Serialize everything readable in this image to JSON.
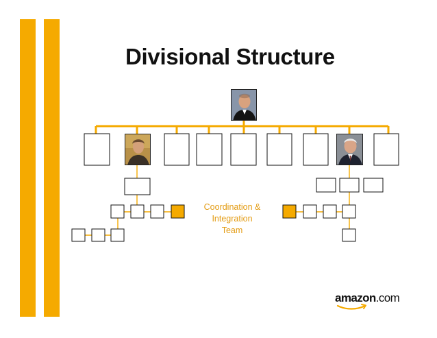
{
  "slide": {
    "title": "Divisional Structure",
    "team_label_lines": [
      "Coordination &",
      "Integration",
      "Team"
    ],
    "logo": {
      "text": "amazon",
      "suffix": ".com"
    }
  },
  "colors": {
    "accent": "#f5aa00",
    "team_text": "#e39b12",
    "box_border": "#111111"
  },
  "org": {
    "top_node": {
      "type": "photo",
      "subject": "executive"
    },
    "divisions": [
      {
        "type": "box"
      },
      {
        "type": "photo",
        "subject": "division-head"
      },
      {
        "type": "box"
      },
      {
        "type": "box"
      },
      {
        "type": "box"
      },
      {
        "type": "box"
      },
      {
        "type": "box"
      },
      {
        "type": "photo",
        "subject": "division-head"
      },
      {
        "type": "box"
      }
    ],
    "left_branch": {
      "under_division": 2,
      "unit_count": 1,
      "sub_units": 4,
      "sub_unit_highlighted": 4,
      "sub_sub_units": 3
    },
    "right_branch": {
      "under_division": 8,
      "unit_count": 3,
      "sub_units": 4,
      "sub_unit_highlighted": 1,
      "sub_sub_units": 1
    }
  }
}
